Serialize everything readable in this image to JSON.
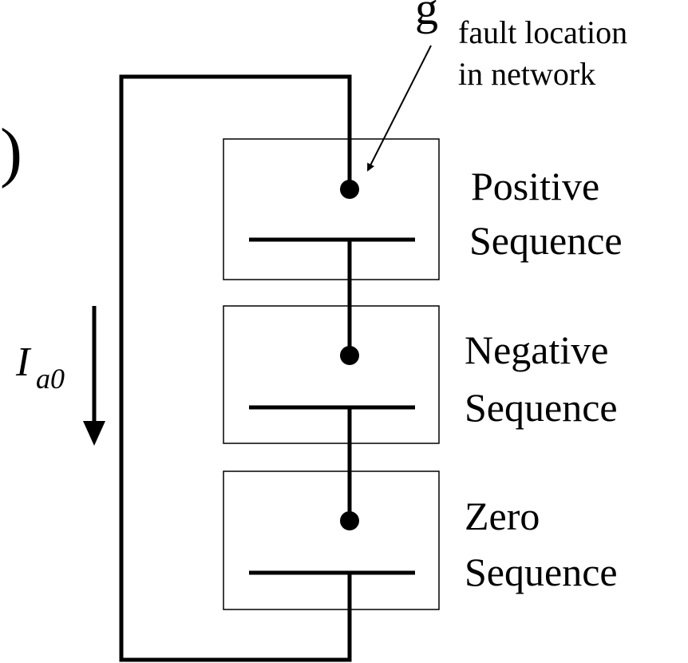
{
  "annotation": {
    "line1": "fault location",
    "line2": "in network"
  },
  "current": {
    "symbol": "I",
    "subscript": "a0"
  },
  "edge_fragments": {
    "top_right": "g",
    "left_paren": ")"
  },
  "networks": [
    {
      "name": "positive",
      "line1": "Positive",
      "line2": "Sequence"
    },
    {
      "name": "negative",
      "line1": "Negative",
      "line2": "Sequence"
    },
    {
      "name": "zero",
      "line1": "Zero",
      "line2": "Sequence"
    }
  ],
  "colors": {
    "stroke": "#000000",
    "background": "#ffffff"
  }
}
